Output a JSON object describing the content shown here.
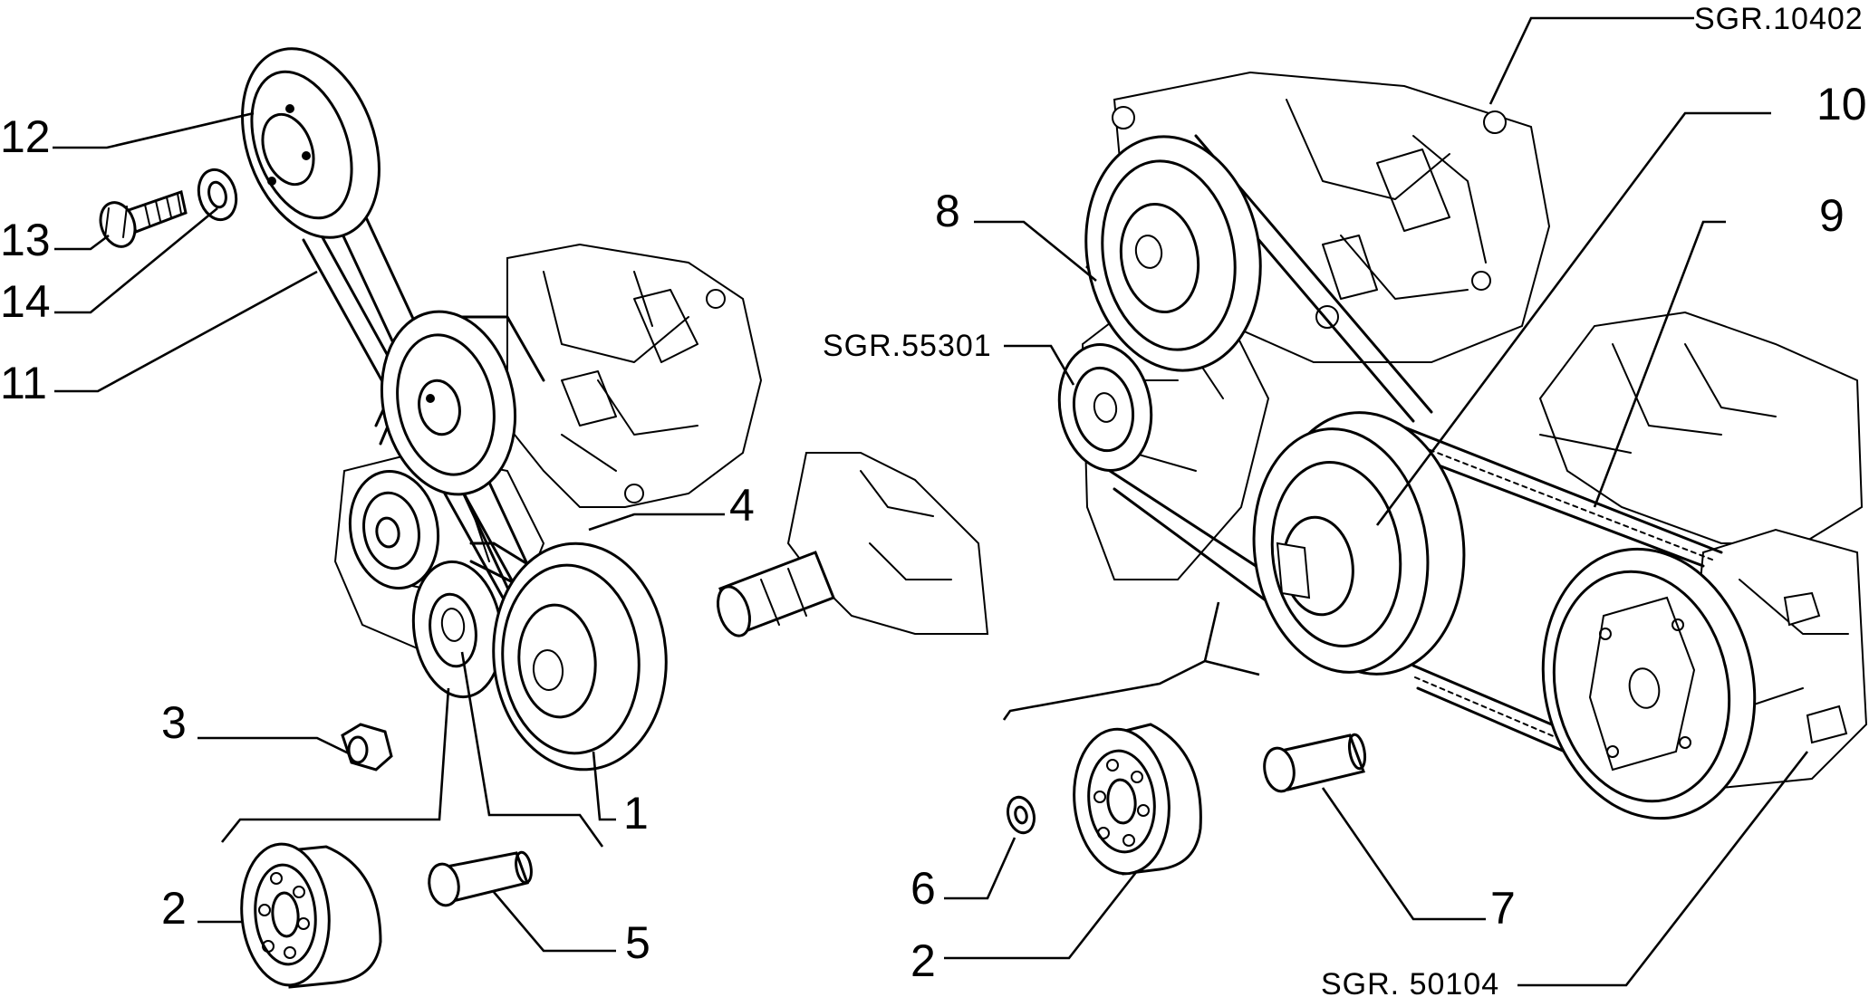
{
  "refs": {
    "top_right": "SGR.10402",
    "middle": "SGR.55301",
    "bottom_right": "SGR. 50104"
  },
  "left_callouts": {
    "c12": "12",
    "c13": "13",
    "c14": "14",
    "c11": "11",
    "c4": "4",
    "c3": "3",
    "c1": "1",
    "c2": "2",
    "c5": "5"
  },
  "right_callouts": {
    "c10": "10",
    "c8": "8",
    "c9": "9",
    "c6": "6",
    "c2": "2",
    "c7": "7"
  }
}
